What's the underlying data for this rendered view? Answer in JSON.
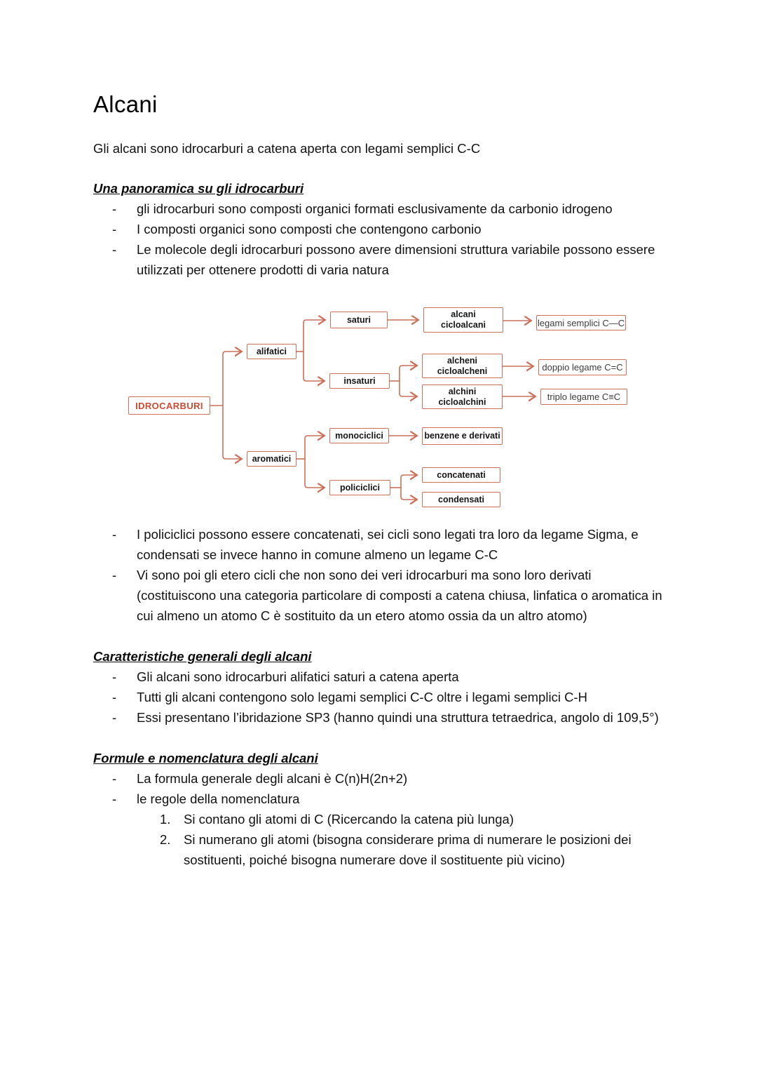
{
  "document": {
    "title": "Alcani",
    "intro": "Gli alcani sono idrocarburi a catena aperta con legami semplici C-C"
  },
  "section1": {
    "heading": "Una panoramica su gli idrocarburi",
    "bullets": [
      "gli idrocarburi sono composti organici formati esclusivamente da carbonio idrogeno",
      "I composti organici sono composti che contengono carbonio",
      "Le molecole degli idrocarburi possono avere dimensioni struttura variabile possono essere utilizzati per ottenere prodotti di varia natura"
    ],
    "bullets_after_diagram": [
      "I policiclici possono essere concatenati, sei cicli sono legati tra loro da legame Sigma, e condensati se invece hanno in comune almeno un legame C-C",
      "Vi sono poi gli etero cicli che non sono dei veri idrocarburi ma sono loro derivati (costituiscono una categoria particolare di composti a catena chiusa, linfatica o aromatica in cui almeno un atomo C è sostituito da un etero atomo ossia da un altro atomo)"
    ]
  },
  "diagram": {
    "accent_color": "#cc7058",
    "root_text_color": "#cd4b33",
    "root": {
      "label": "IDROCARBURI"
    },
    "alifatici": {
      "label": "alifatici"
    },
    "aromatici": {
      "label": "aromatici"
    },
    "saturi": {
      "label": "saturi"
    },
    "insaturi": {
      "label": "insaturi"
    },
    "monociclici": {
      "label": "monociclici"
    },
    "policiclici": {
      "label": "policiclici"
    },
    "alcani_cicloalcani": {
      "line1": "alcani",
      "line2": "cicloalcani"
    },
    "alcheni_cicloalcheni": {
      "line1": "alcheni",
      "line2": "cicloalcheni"
    },
    "alchini_cicloalchini": {
      "line1": "alchini",
      "line2": "cicloalchini"
    },
    "benzene_derivati": {
      "label": "benzene e derivati"
    },
    "concatenati": {
      "label": "concatenati"
    },
    "condensati": {
      "label": "condensati"
    },
    "legami_semplici": {
      "label": "legami semplici C—C"
    },
    "doppio_legame": {
      "label": "doppio legame C=C"
    },
    "triplo_legame": {
      "label": "triplo legame C≡C"
    }
  },
  "section2": {
    "heading": "Caratteristiche generali degli alcani",
    "bullets": [
      "Gli alcani sono idrocarburi alifatici saturi a catena aperta",
      "Tutti gli alcani contengono solo legami semplici C-C oltre i legami semplici C-H",
      "Essi presentano l’ibridazione SP3 (hanno quindi una struttura tetraedrica, angolo di 109,5°)"
    ]
  },
  "section3": {
    "heading": "Formule e nomenclatura degli alcani",
    "bullets": [
      "La formula generale degli alcani è C(n)H(2n+2)",
      "le regole della nomenclatura"
    ],
    "numbered": [
      {
        "num": "1.",
        "text": "Si contano gli atomi di C (Ricercando la catena più lunga)"
      },
      {
        "num": "2.",
        "text": "Si numerano gli atomi (bisogna considerare prima di numerare le posizioni dei sostituenti, poiché bisogna numerare dove il sostituente più vicino)"
      }
    ]
  },
  "list_marker": "-"
}
